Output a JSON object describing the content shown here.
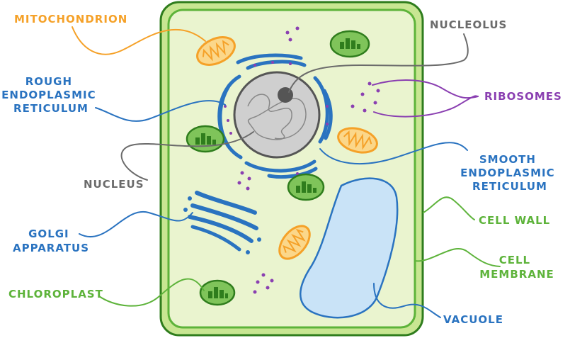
{
  "labels": {
    "mitochondrion": "MITOCHONDRION",
    "nucleolus": "NUCLEOLUS",
    "rough_er": [
      "ROUGH",
      "ENDOPLASMIC",
      "RETICULUM"
    ],
    "ribosomes": "RIBOSOMES",
    "smooth_er": [
      "SMOOTH",
      "ENDOPLASMIC",
      "RETICULUM"
    ],
    "nucleus": "NUCLEUS",
    "cell_wall": "CELL WALL",
    "golgi": [
      "GOLGI",
      "APPARATUS"
    ],
    "cell_membrane": [
      "CELL",
      "MEMBRANE"
    ],
    "chloroplast": "CHLOROPLAST",
    "vacuole": "VACUOLE"
  },
  "colors": {
    "orange": "#f5a128",
    "grey": "#6b6b6b",
    "blue": "#2a73c0",
    "purple": "#8a3fb1",
    "green": "#5db33a",
    "cytoplasm": "#eaf4cf",
    "vacuole": "#c9e3f7"
  }
}
